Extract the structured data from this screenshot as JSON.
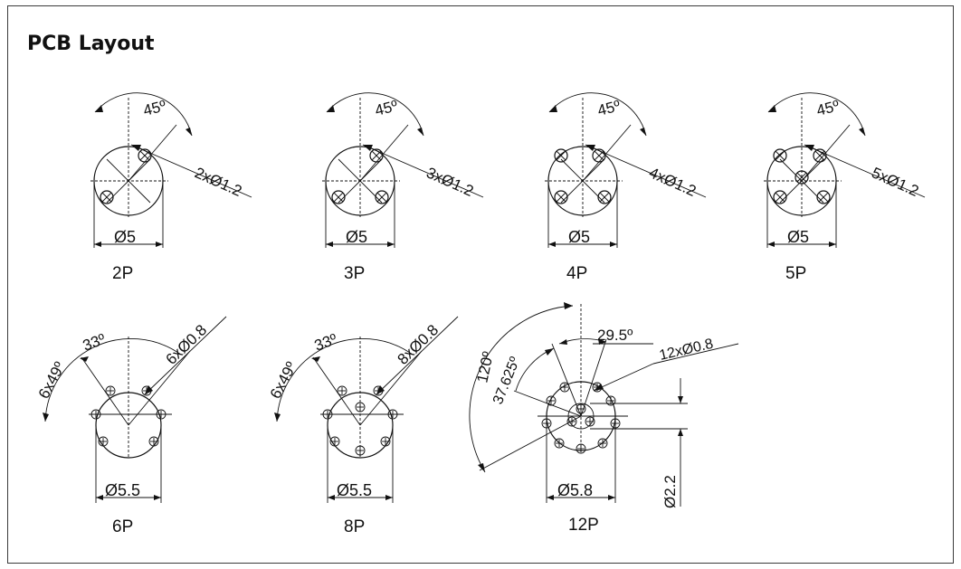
{
  "title": "PCB Layout",
  "layouts": [
    {
      "pins": "2P",
      "pitch_circle": "Ø5",
      "angle": "45º",
      "hole_callout": "2xØ1.2"
    },
    {
      "pins": "3P",
      "pitch_circle": "Ø5",
      "angle": "45º",
      "hole_callout": "3xØ1.2"
    },
    {
      "pins": "4P",
      "pitch_circle": "Ø5",
      "angle": "45º",
      "hole_callout": "4xØ1.2"
    },
    {
      "pins": "5P",
      "pitch_circle": "Ø5",
      "angle": "45º",
      "hole_callout": "5xØ1.2"
    },
    {
      "pins": "6P",
      "pitch_circle": "Ø5.5",
      "angle_a": "6x49º",
      "angle_b": "33º",
      "hole_callout": "6xØ0.8"
    },
    {
      "pins": "8P",
      "pitch_circle": "Ø5.5",
      "angle_a": "6x49º",
      "angle_b": "33º",
      "hole_callout": "8xØ0.8"
    },
    {
      "pins": "12P",
      "pitch_circle": "Ø5.8",
      "angle_a": "120º",
      "angle_b": "37.625º",
      "angle_c": "29.5º",
      "hole_callout": "12xØ0.8",
      "inner_circle": "Ø2.2"
    }
  ]
}
